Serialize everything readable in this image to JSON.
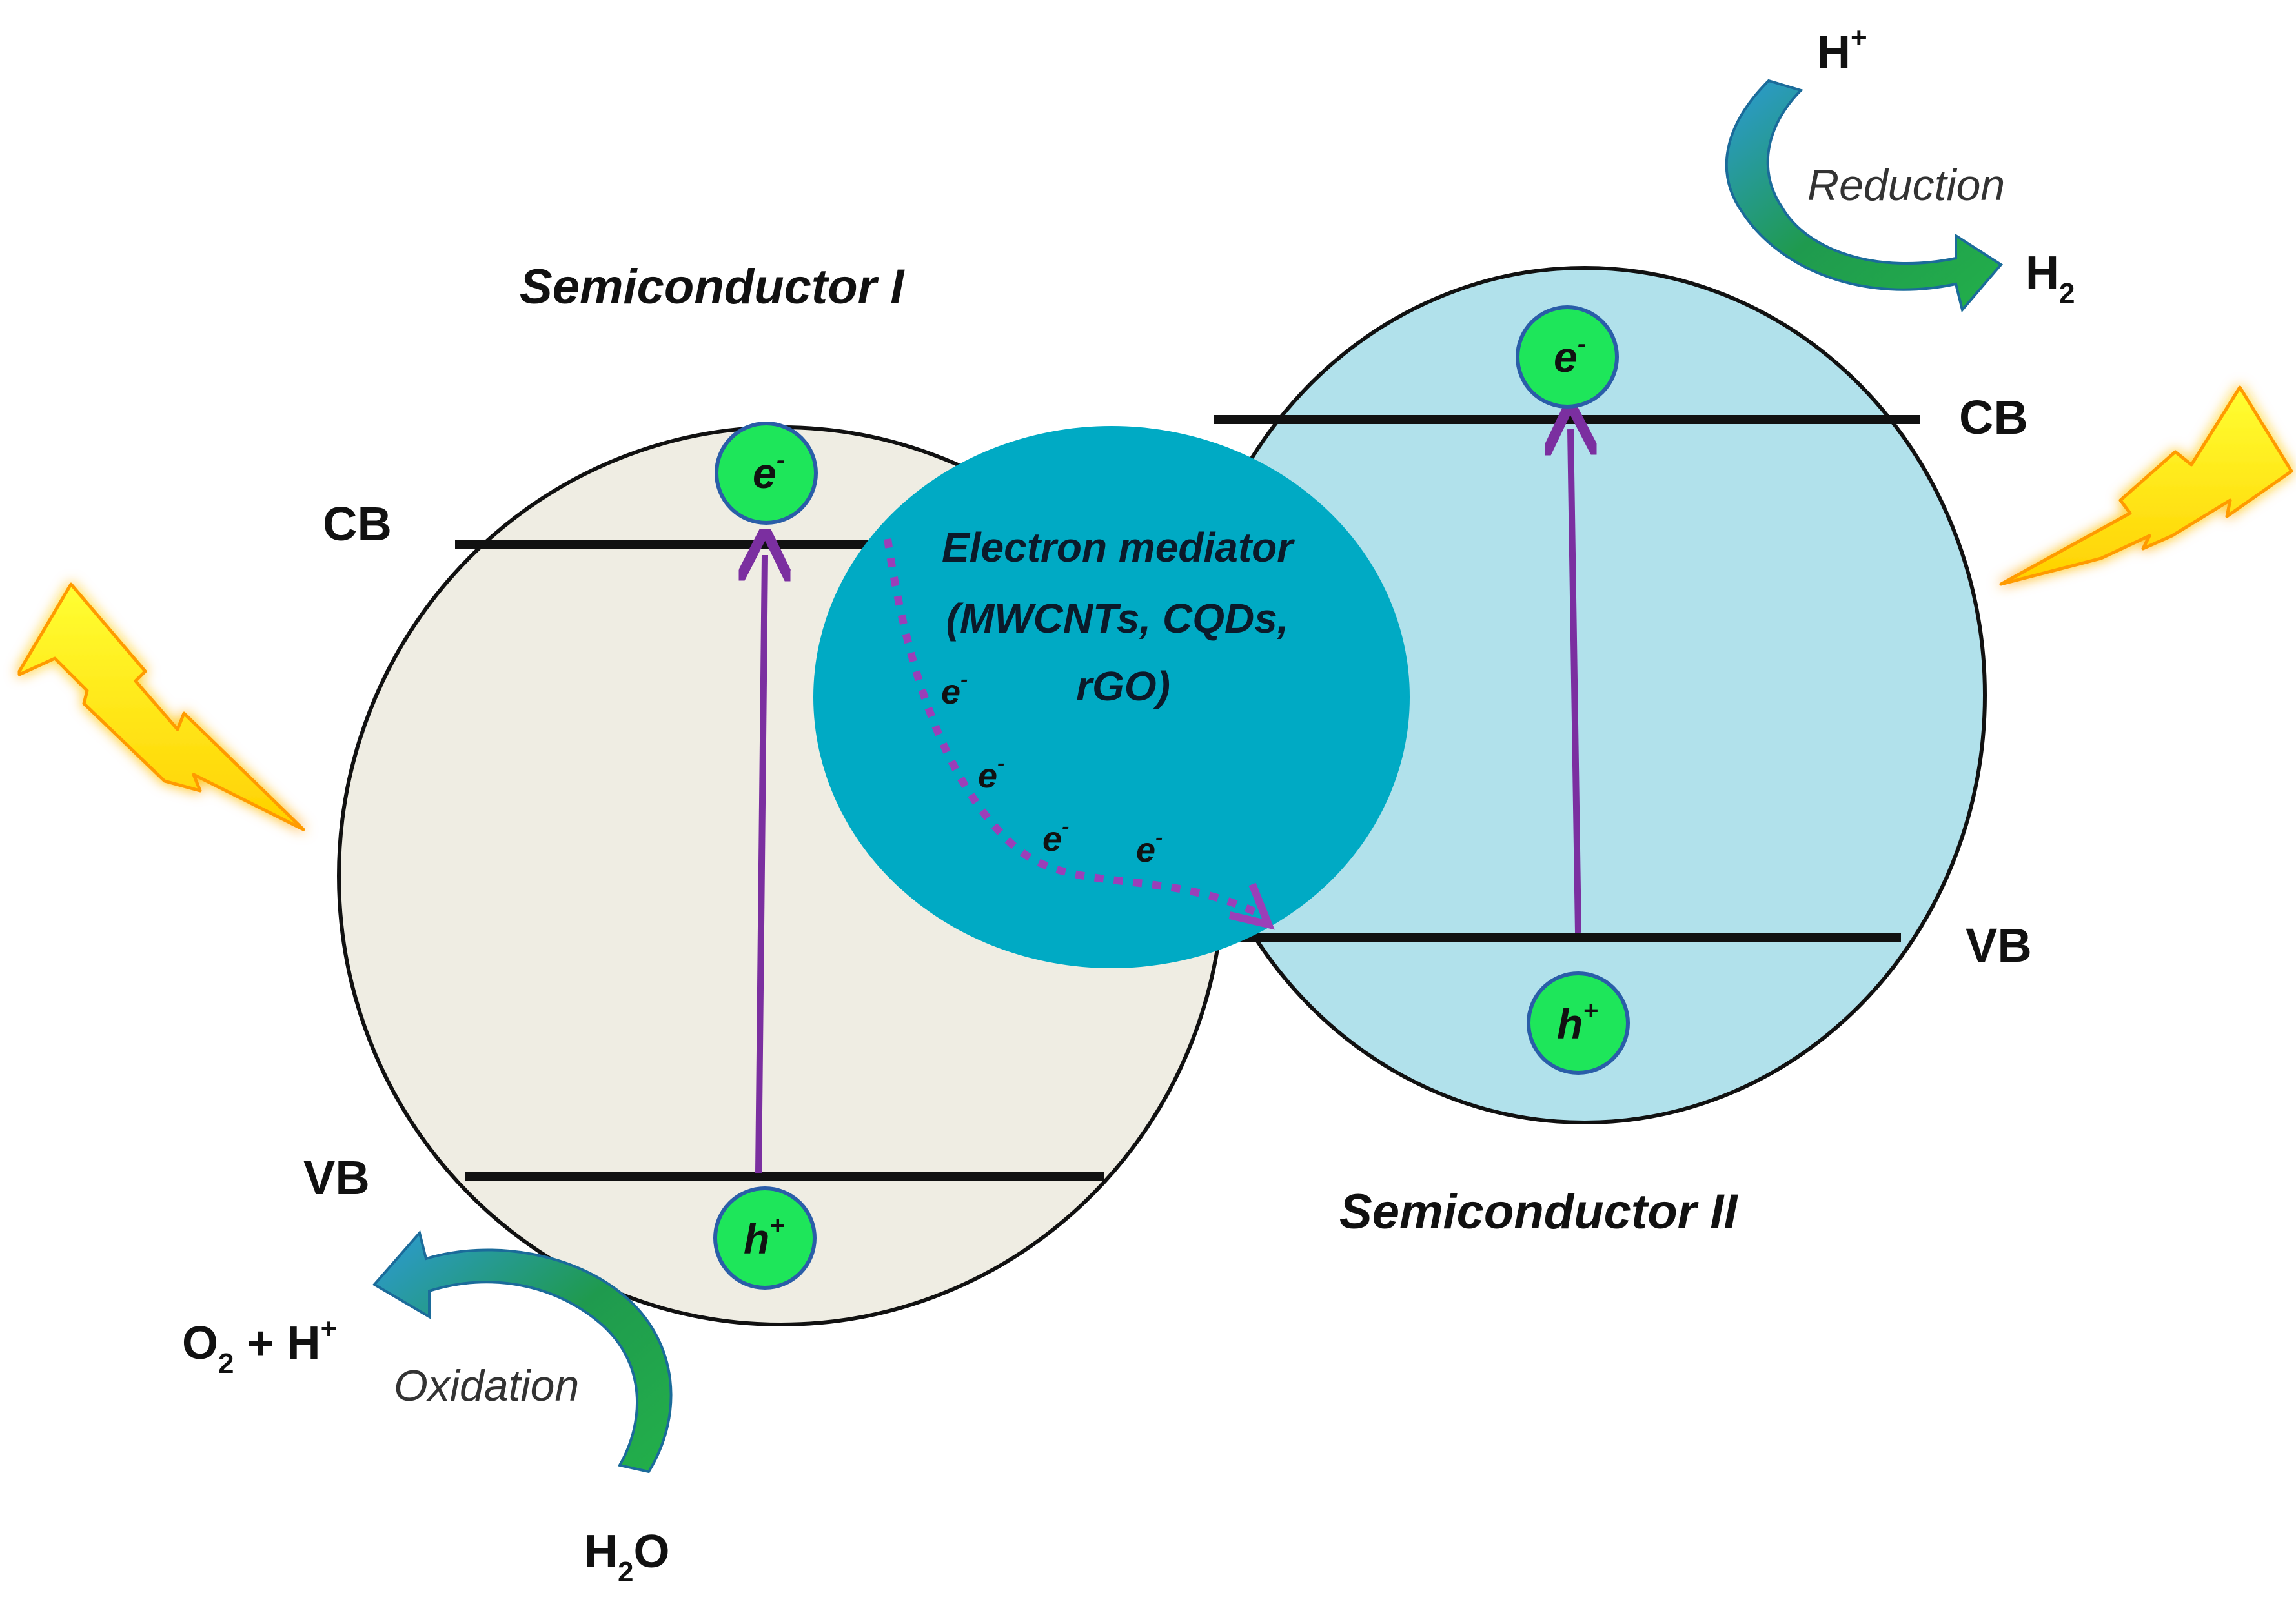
{
  "semiconductor_1": {
    "title": "Semiconductor I",
    "cb": "CB",
    "vb": "VB",
    "electron": "e",
    "electron_sup": "-",
    "hole": "h",
    "hole_sup": "+"
  },
  "semiconductor_2": {
    "title": "Semiconductor II",
    "cb": "CB",
    "vb": "VB",
    "electron": "e",
    "electron_sup": "-",
    "hole": "h",
    "hole_sup": "+"
  },
  "mediator": {
    "line1": "Electron mediator",
    "line2": "(MWCNTs, CQDs,",
    "line3": "rGO)",
    "electron": "e",
    "electron_sup": "-"
  },
  "reduction": {
    "label": "Reduction",
    "reactant": "H",
    "reactant_sup": "+",
    "product": "H",
    "product_sub": "2"
  },
  "oxidation": {
    "label": "Oxidation",
    "reactant": "H",
    "reactant_sub": "2",
    "reactant_tail": "O",
    "product_o": "O",
    "product_sub": "2",
    "product_mid": " + H",
    "product_sup": "+"
  },
  "colors": {
    "semiconductor_1_fill": "#efede3",
    "semiconductor_2_fill": "#b1e1eb",
    "mediator_fill": "#00aac4",
    "carrier_fill": "#1ee65a",
    "transition_arrow": "#7b2fa0",
    "reaction_arrow": "#1a9a4a",
    "lightning": "#ffee00"
  }
}
